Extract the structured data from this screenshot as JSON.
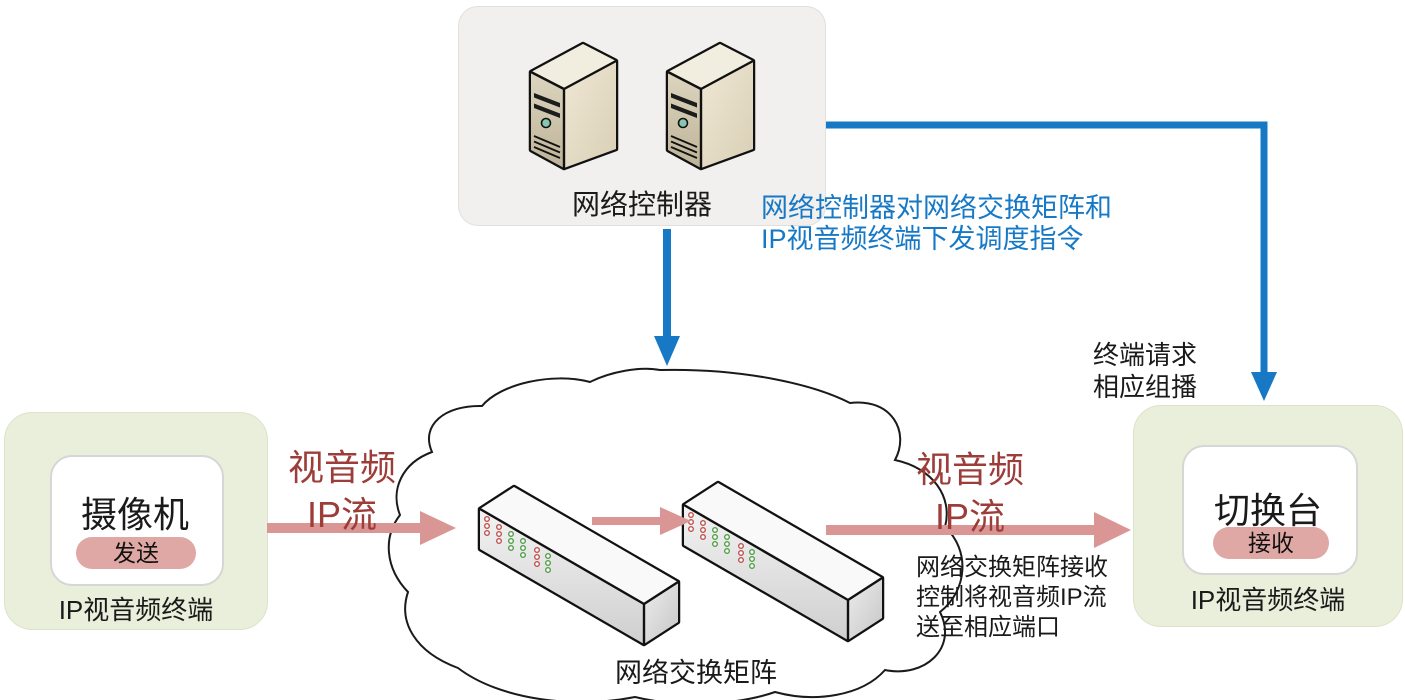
{
  "colors": {
    "control_blue": "#1779C6",
    "stream_rose": "#D99694",
    "stream_text_red": "#9C3D39",
    "terminal_green": "#E9EFDA",
    "controller_gray": "#F1F0EE",
    "badge_pink": "#DFA8A5"
  },
  "controller": {
    "label": "网络控制器"
  },
  "matrix": {
    "label": "网络交换矩阵"
  },
  "sender_terminal": {
    "device": "摄像机",
    "badge": "发送",
    "label": "IP视音频终端"
  },
  "receiver_terminal": {
    "device": "切换台",
    "badge": "接收",
    "label": "IP视音频终端"
  },
  "streams": {
    "left": {
      "line1": "视音频",
      "line2": "IP流"
    },
    "right": {
      "line1": "视音频",
      "line2": "IP流"
    }
  },
  "notes": {
    "dispatch": {
      "line1": "网络控制器对网络交换矩阵和",
      "line2": "IP视音频终端下发调度指令"
    },
    "request": {
      "line1": "终端请求",
      "line2": "相应组播"
    },
    "forward": {
      "line1": "网络交换矩阵接收",
      "line2": "控制将视音频IP流",
      "line3": "送至相应端口"
    }
  }
}
